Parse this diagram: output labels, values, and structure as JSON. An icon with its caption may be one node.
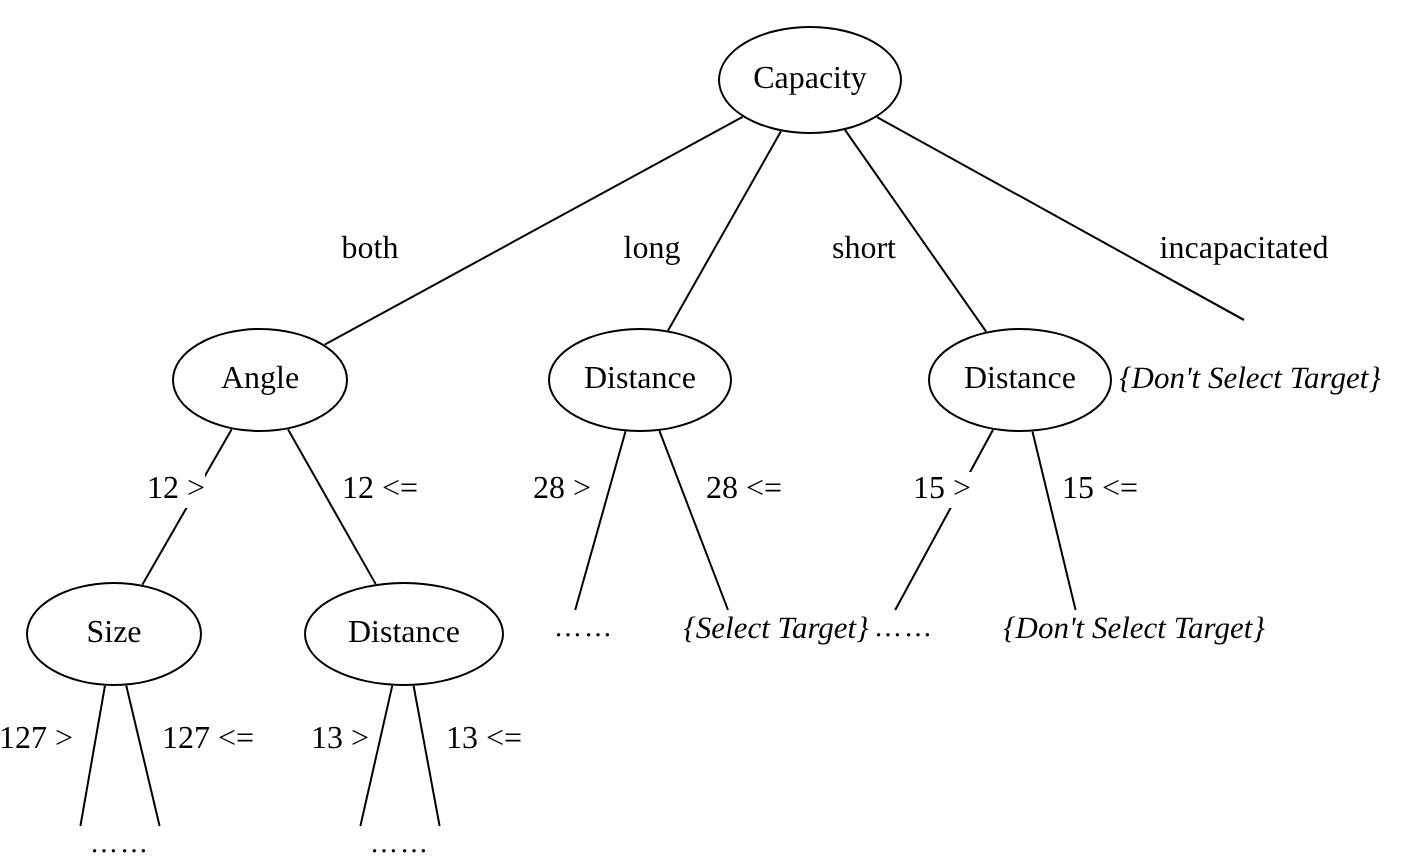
{
  "diagram": {
    "nodes": [
      {
        "text": [
          "Capacity"
        ]
      },
      {
        "text": [
          "Angle"
        ]
      },
      {
        "text": [
          "Distance"
        ]
      },
      {
        "text": [
          "Distance"
        ]
      },
      {
        "text": [
          "{Don't Select Target}"
        ]
      },
      {
        "text": [
          "Size"
        ]
      },
      {
        "text": [
          "Distance"
        ]
      },
      {
        "text": [
          "……"
        ]
      },
      {
        "text": [
          "{Select Target}"
        ]
      },
      {
        "text": [
          "……"
        ]
      },
      {
        "text": [
          "{Don't Select Target}"
        ]
      },
      {
        "text": [
          "……"
        ]
      },
      {
        "text": [
          "……"
        ]
      }
    ],
    "edges": [
      {
        "from": 0,
        "to": 1,
        "arrow": "none",
        "label": "both"
      },
      {
        "from": 0,
        "to": 2,
        "arrow": "none",
        "label": "long"
      },
      {
        "from": 0,
        "to": 3,
        "arrow": "none",
        "label": "short"
      },
      {
        "from": 0,
        "to": 4,
        "arrow": "none",
        "label": "incapacitated"
      },
      {
        "from": 1,
        "to": 5,
        "arrow": "none",
        "label": "12 >"
      },
      {
        "from": 1,
        "to": 6,
        "arrow": "none",
        "label": "12 <="
      },
      {
        "from": 2,
        "to": 7,
        "arrow": "none",
        "label": "28 >"
      },
      {
        "from": 2,
        "to": 8,
        "arrow": "none",
        "label": "28 <="
      },
      {
        "from": 3,
        "to": 9,
        "arrow": "none",
        "label": "15 >"
      },
      {
        "from": 3,
        "to": 10,
        "arrow": "none",
        "label": "15 <="
      },
      {
        "from": 5,
        "to": 11,
        "arrow": "none",
        "label": "127 >"
      },
      {
        "from": 5,
        "to": 11,
        "arrow": "none",
        "label": "127 <="
      },
      {
        "from": 6,
        "to": 12,
        "arrow": "none",
        "label": "13 >"
      },
      {
        "from": 6,
        "to": 12,
        "arrow": "none",
        "label": "13 <="
      }
    ]
  }
}
